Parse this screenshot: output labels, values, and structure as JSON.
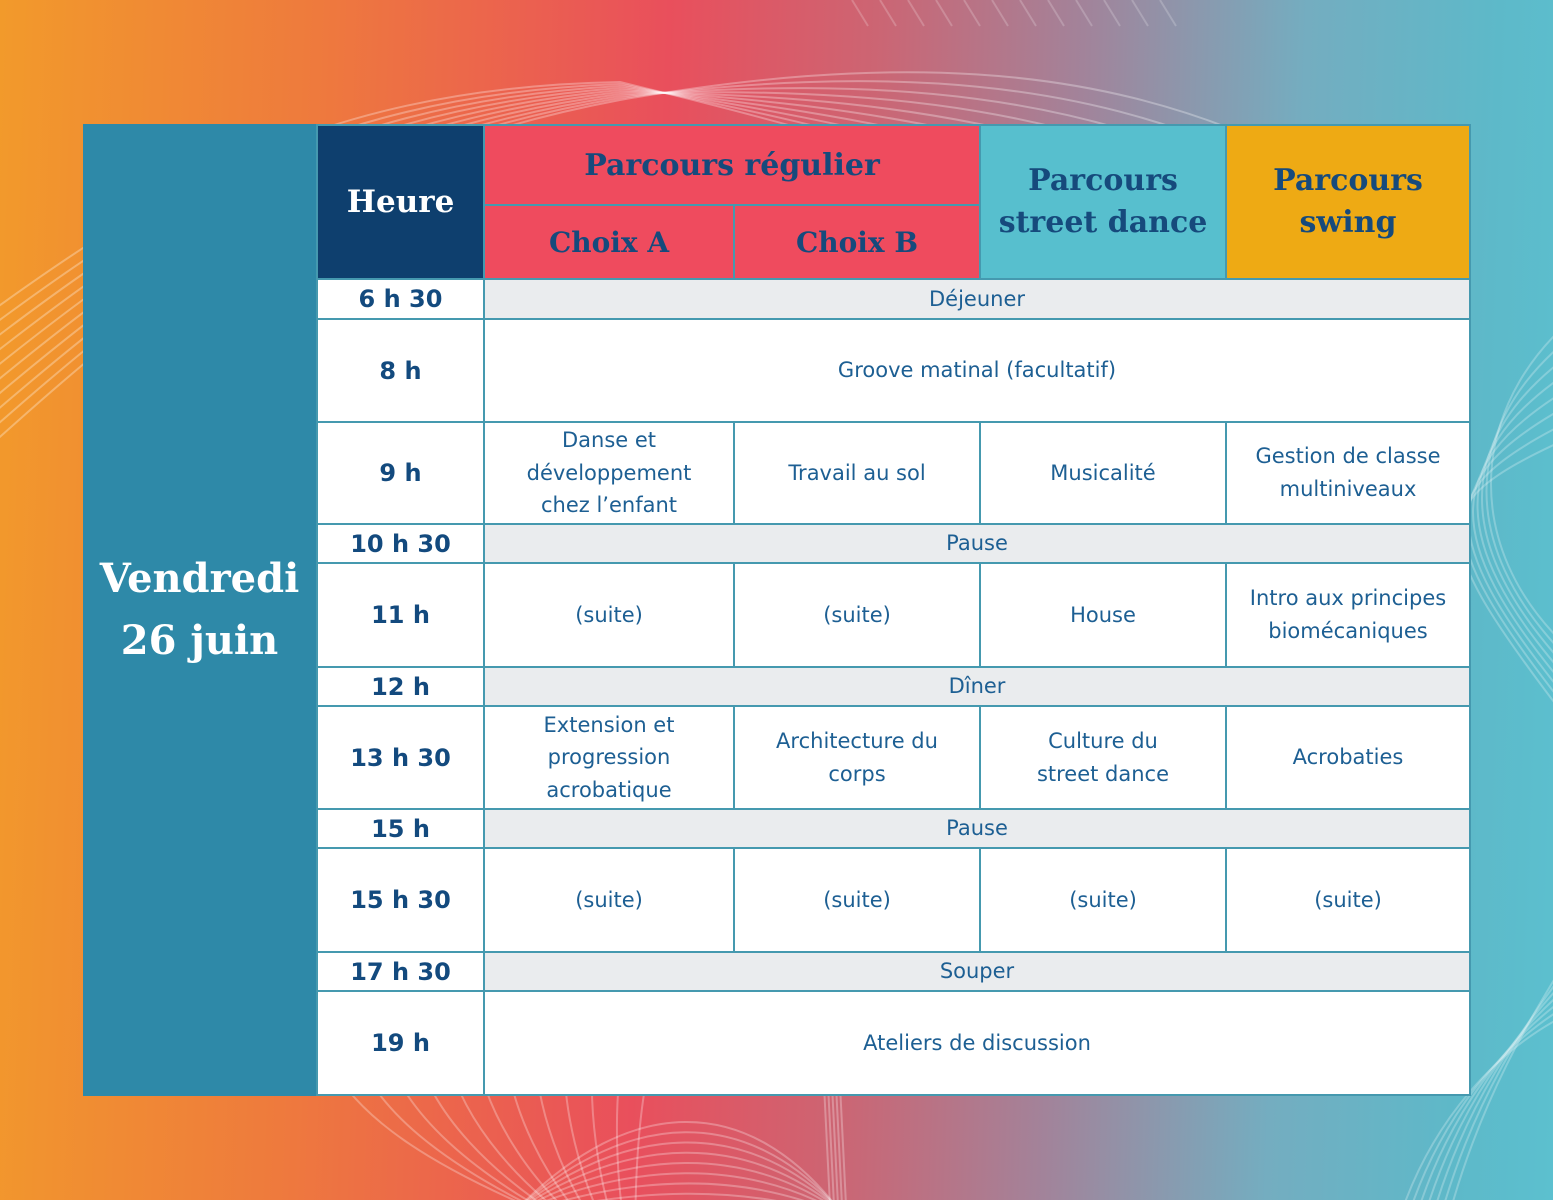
{
  "sidebar": {
    "day": "Vendredi",
    "date": "26 juin"
  },
  "header": {
    "time": "Heure",
    "regular": "Parcours régulier",
    "choice_a": "Choix A",
    "choice_b": "Choix B",
    "street": "Parcours street dance",
    "swing": "Parcours swing"
  },
  "schedule": [
    {
      "time": "6 h 30",
      "label": "Déjeuner",
      "shaded": true
    },
    {
      "time": "8 h",
      "label": "Groove matinal (facultatif)",
      "shaded": false
    },
    {
      "time": "9 h",
      "cells": [
        "Danse et développement chez l’enfant",
        "Travail au sol",
        "Musicalité",
        "Gestion de classe multiniveaux"
      ]
    },
    {
      "time": "10 h 30",
      "label": "Pause",
      "shaded": true
    },
    {
      "time": "11 h",
      "cells": [
        "(suite)",
        "(suite)",
        "House",
        "Intro aux principes biomécaniques"
      ]
    },
    {
      "time": "12 h",
      "label": "Dîner",
      "shaded": true
    },
    {
      "time": "13 h 30",
      "cells": [
        "Extension et progression acrobatique",
        "Architecture du corps",
        "Culture du street dance",
        "Acrobaties"
      ]
    },
    {
      "time": "15 h",
      "label": "Pause",
      "shaded": true
    },
    {
      "time": "15 h 30",
      "cells": [
        "(suite)",
        "(suite)",
        "(suite)",
        "(suite)"
      ]
    },
    {
      "time": "17 h 30",
      "label": "Souper",
      "shaded": true
    },
    {
      "time": "19 h",
      "label": "Ateliers de discussion",
      "shaded": false
    }
  ],
  "colors": {
    "background_left": "#f29a2b",
    "background_center": "#e94f5c",
    "background_right": "#5cc0cf",
    "sidebar_teal": "#2e89a8",
    "header_navy": "#0e3f6e",
    "header_red": "#ef4b5e",
    "header_teal": "#57bfce",
    "header_yellow": "#eeaa14",
    "shaded_row": "#eaecee",
    "cell_border": "#4599af",
    "text_dark_blue": "#164a7c",
    "text_body_blue": "#1d5f93"
  }
}
